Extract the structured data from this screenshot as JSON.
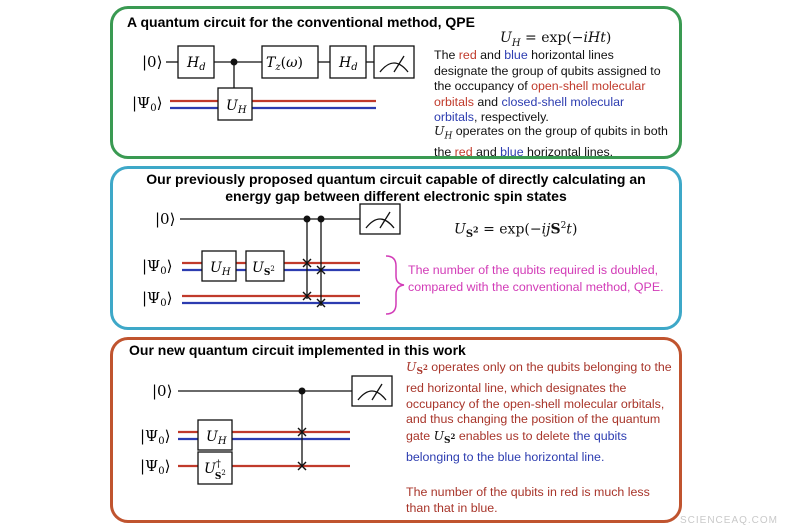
{
  "panel1": {
    "title": "A quantum circuit for the conventional method, QPE",
    "equation": "U_H = exp(−iHt)",
    "ket0": "|0⟩",
    "ketpsi": "|Ψ₀⟩",
    "gate_hd": "H_d",
    "gate_tz": "T_z(ω)",
    "gate_uh": "U_H",
    "note1": [
      "The ",
      "red",
      " and ",
      "blue",
      " horizontal lines designate the group of qubits assigned to the occupancy of ",
      "open-shell molecular orbitals",
      " and ",
      "closed-shell molecular orbitals",
      ", respectively."
    ],
    "note2": [
      "U_H",
      " operates on the group of qubits in both the ",
      "red",
      " and ",
      "blue",
      " horizontal lines."
    ]
  },
  "panel2": {
    "title_line1": "Our previously proposed quantum circuit capable of directly calculating an",
    "title_line2": "energy gap between different electronic spin states",
    "equation": "U_S² = exp(−ijS²t)",
    "ket0": "|0⟩",
    "ketpsi": "|Ψ₀⟩",
    "gate_uh": "U_H",
    "gate_us2": "U_S²",
    "note": "The number of the qubits required is doubled, compared with the conventional method, QPE."
  },
  "panel3": {
    "title": "Our new quantum circuit implemented in this work",
    "ket0": "|0⟩",
    "ketpsi": "|Ψ₀⟩",
    "gate_uh": "U_H",
    "gate_us2_dagger": "U†_S²",
    "note1": [
      "U_S²",
      " operates only on the qubits belonging to the red horizontal line, which designates the occupancy of the open-shell molecular orbitals, and thus changing the position of the quantum gate ",
      "U_S²",
      " enables us to delete ",
      "the qubits belonging to the blue horizontal line."
    ],
    "note2": "The number of the qubits in red is much less than that in blue."
  },
  "watermark": "SCIENCEAQ.COM",
  "colors": {
    "red": "#c03a2b",
    "blue": "#2c3cb0",
    "green": "#3a9a52",
    "cyan": "#3ea8c8",
    "orange": "#c0542f",
    "magenta": "#d23bb7"
  }
}
